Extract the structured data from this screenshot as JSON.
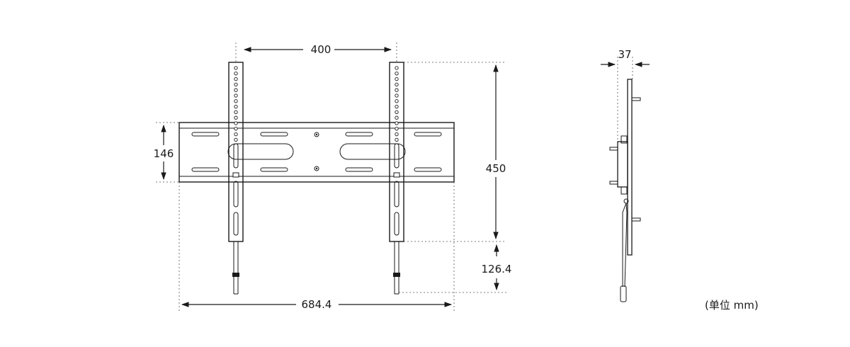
{
  "dimensions": {
    "top_spacing": "400",
    "width_total": "684.4",
    "beam_height": "146",
    "rail_height": "450",
    "lower_extension": "126.4",
    "depth": "37"
  },
  "unit_label": "(单位 mm)",
  "colors": {
    "line": "#1a1a1a",
    "guide": "#555555"
  }
}
